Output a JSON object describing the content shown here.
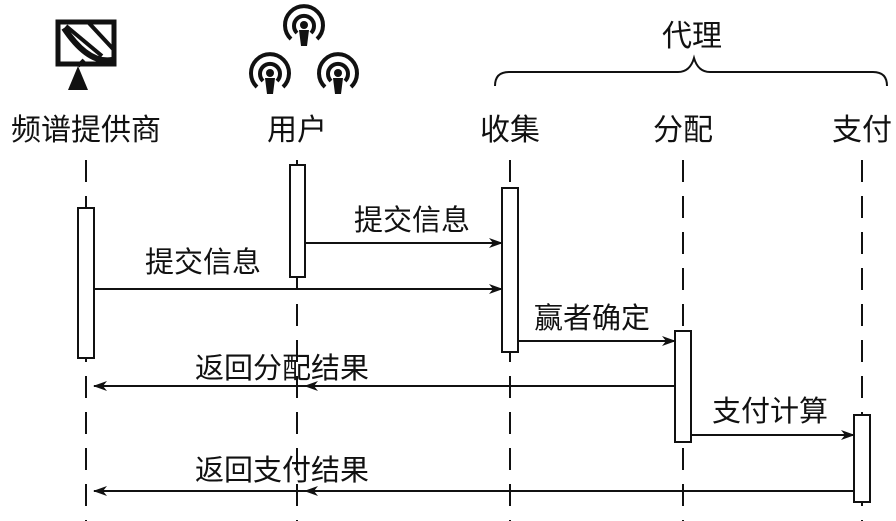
{
  "agent_group": {
    "label": "代理"
  },
  "participants": [
    {
      "id": "provider",
      "label": "频谱提供商",
      "icon": "satellite-dish-icon"
    },
    {
      "id": "user",
      "label": "用户",
      "icon": "podcast-users-icon"
    },
    {
      "id": "collect",
      "label": "收集"
    },
    {
      "id": "allocate",
      "label": "分配"
    },
    {
      "id": "pay",
      "label": "支付"
    }
  ],
  "messages": [
    {
      "label": "提交信息",
      "from": "user",
      "to": "collect"
    },
    {
      "label": "提交信息",
      "from": "provider",
      "to": "collect"
    },
    {
      "label": "赢者确定",
      "from": "collect",
      "to": "allocate"
    },
    {
      "label": "返回分配结果",
      "from": "allocate",
      "to": "provider"
    },
    {
      "label": "支付计算",
      "from": "allocate",
      "to": "pay"
    },
    {
      "label": "返回支付结果",
      "from": "pay",
      "to": "provider"
    }
  ]
}
